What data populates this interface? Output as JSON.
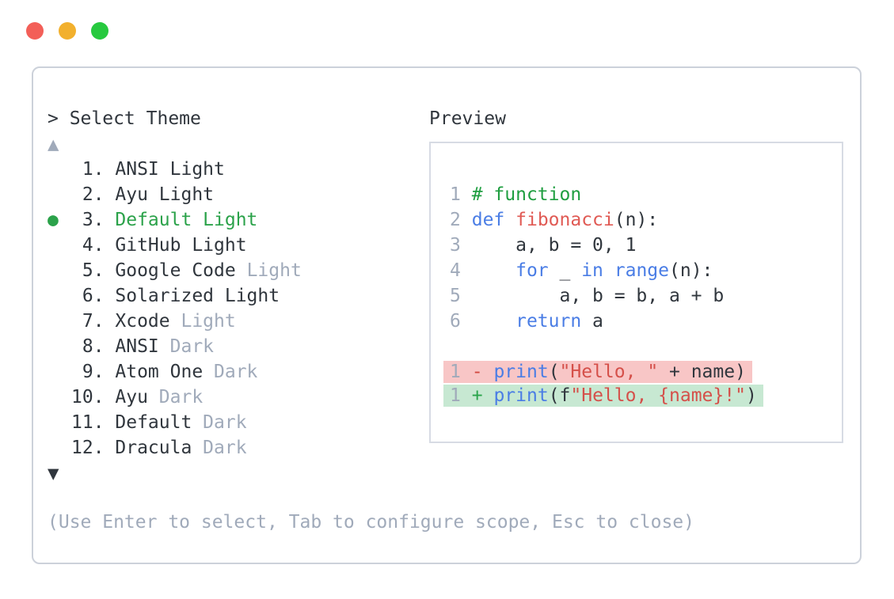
{
  "window": {
    "controls": [
      {
        "name": "close",
        "color": "#f35f58"
      },
      {
        "name": "minimize",
        "color": "#f2b02d"
      },
      {
        "name": "zoom",
        "color": "#27c93f"
      }
    ]
  },
  "picker": {
    "prompt": "> Select Theme",
    "scroll_up": "▲",
    "scroll_down": "▼",
    "selected_marker": "●",
    "items": [
      {
        "num": " 1.",
        "selected": false,
        "parts": [
          {
            "t": "ANSI Light",
            "c": "dark"
          }
        ]
      },
      {
        "num": " 2.",
        "selected": false,
        "parts": [
          {
            "t": "Ayu Light",
            "c": "dark"
          }
        ]
      },
      {
        "num": " 3.",
        "selected": true,
        "parts": [
          {
            "t": "Default Light",
            "c": "sel"
          }
        ]
      },
      {
        "num": " 4.",
        "selected": false,
        "parts": [
          {
            "t": "GitHub Light",
            "c": "dark"
          }
        ]
      },
      {
        "num": " 5.",
        "selected": false,
        "parts": [
          {
            "t": "Google Code ",
            "c": "dark"
          },
          {
            "t": "Light",
            "c": "muted"
          }
        ]
      },
      {
        "num": " 6.",
        "selected": false,
        "parts": [
          {
            "t": "Solarized Light",
            "c": "dark"
          }
        ]
      },
      {
        "num": " 7.",
        "selected": false,
        "parts": [
          {
            "t": "Xcode ",
            "c": "dark"
          },
          {
            "t": "Light",
            "c": "muted"
          }
        ]
      },
      {
        "num": " 8.",
        "selected": false,
        "parts": [
          {
            "t": "ANSI ",
            "c": "dark"
          },
          {
            "t": "Dark",
            "c": "muted"
          }
        ]
      },
      {
        "num": " 9.",
        "selected": false,
        "parts": [
          {
            "t": "Atom One ",
            "c": "dark"
          },
          {
            "t": "Dark",
            "c": "muted"
          }
        ]
      },
      {
        "num": "10.",
        "selected": false,
        "parts": [
          {
            "t": "Ayu ",
            "c": "dark"
          },
          {
            "t": "Dark",
            "c": "muted"
          }
        ]
      },
      {
        "num": "11.",
        "selected": false,
        "parts": [
          {
            "t": "Default ",
            "c": "dark"
          },
          {
            "t": "Dark",
            "c": "muted"
          }
        ]
      },
      {
        "num": "12.",
        "selected": false,
        "parts": [
          {
            "t": "Dracula ",
            "c": "dark"
          },
          {
            "t": "Dark",
            "c": "muted"
          }
        ]
      }
    ],
    "help": "(Use Enter to select, Tab to configure scope, Esc to close)"
  },
  "preview": {
    "label": "Preview",
    "code": [
      {
        "num": "1",
        "tokens": [
          {
            "t": "# function",
            "c": "comment"
          }
        ]
      },
      {
        "num": "2",
        "tokens": [
          {
            "t": "def",
            "c": "keyword"
          },
          {
            "t": " ",
            "c": "plain"
          },
          {
            "t": "fibonacci",
            "c": "func"
          },
          {
            "t": "(n):",
            "c": "plain"
          }
        ]
      },
      {
        "num": "3",
        "tokens": [
          {
            "t": "    a, b = 0, 1",
            "c": "plain"
          }
        ]
      },
      {
        "num": "4",
        "tokens": [
          {
            "t": "    ",
            "c": "plain"
          },
          {
            "t": "for",
            "c": "keyword"
          },
          {
            "t": " _ ",
            "c": "plain"
          },
          {
            "t": "in",
            "c": "keyword"
          },
          {
            "t": " ",
            "c": "plain"
          },
          {
            "t": "range",
            "c": "keyword"
          },
          {
            "t": "(n):",
            "c": "plain"
          }
        ]
      },
      {
        "num": "5",
        "tokens": [
          {
            "t": "        a, b = b, a + b",
            "c": "plain"
          }
        ]
      },
      {
        "num": "6",
        "tokens": [
          {
            "t": "    ",
            "c": "plain"
          },
          {
            "t": "return",
            "c": "keyword"
          },
          {
            "t": " a",
            "c": "plain"
          }
        ]
      }
    ],
    "diff": [
      {
        "num": "1",
        "sign": "-",
        "sign_c": "minus",
        "bg": "removed",
        "tokens": [
          {
            "t": "print",
            "c": "keyword"
          },
          {
            "t": "(",
            "c": "plain"
          },
          {
            "t": "\"Hello, \"",
            "c": "string"
          },
          {
            "t": " + name)",
            "c": "plain"
          }
        ]
      },
      {
        "num": "1",
        "sign": "+",
        "sign_c": "plus",
        "bg": "added",
        "tokens": [
          {
            "t": "print",
            "c": "keyword"
          },
          {
            "t": "(f",
            "c": "plain"
          },
          {
            "t": "\"Hello, {name}!\"",
            "c": "string"
          },
          {
            "t": ")",
            "c": "plain"
          }
        ]
      }
    ]
  },
  "colors": {
    "text": "#30363d",
    "muted": "#a0aaba",
    "selection_green": "#2ba24a",
    "comment_green": "#1f9e40",
    "keyword_blue": "#4a7de5",
    "function_red": "#e05a54",
    "string_red": "#d5504a",
    "minus_red": "#d24940",
    "plus_green": "#2aa44b",
    "removed_bg": "#f8c6c6",
    "added_bg": "#c7e8d2",
    "panel_border": "#ccd1da",
    "preview_border": "#d7dbe4"
  }
}
